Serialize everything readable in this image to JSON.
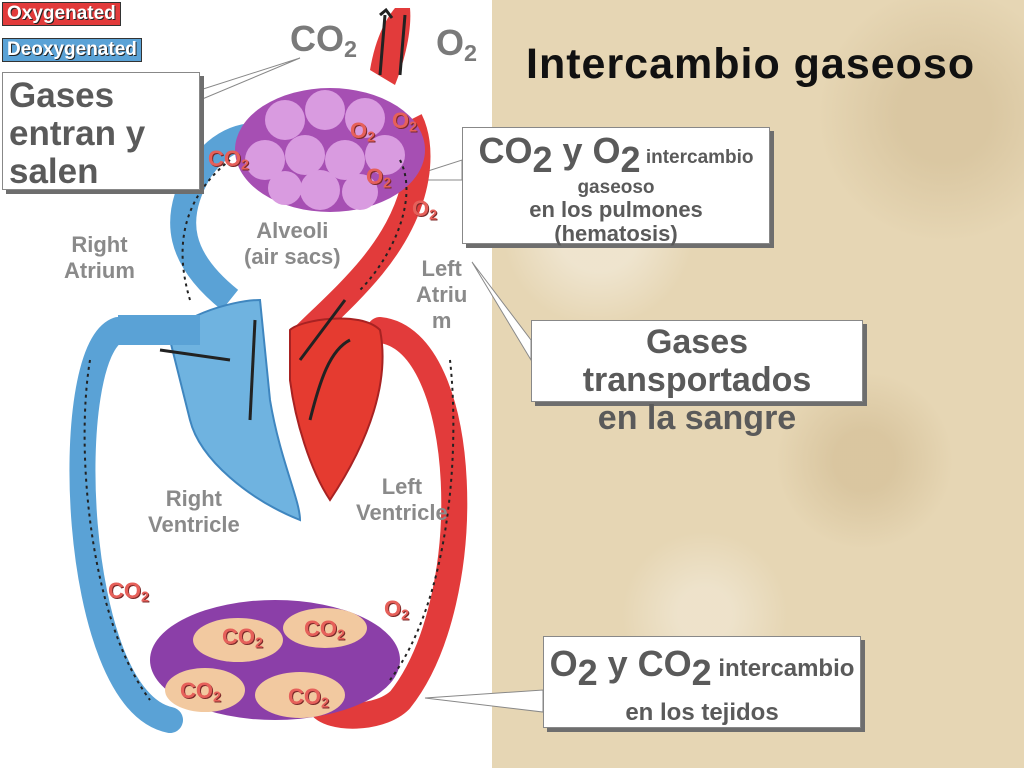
{
  "title": "Intercambio gaseoso",
  "legend": {
    "oxygenated": "Oxygenated",
    "deoxygenated": "Deoxygenated"
  },
  "callouts": {
    "gases_in_out": [
      "Gases",
      "entran y",
      "salen"
    ],
    "pulmones": {
      "co": "CO",
      "co_sub": "2",
      "y": " y O",
      "o_sub": "2",
      "word1": " intercambio",
      "line2": "gaseoso",
      "line3": "en los pulmones",
      "line4": "(hematosis)"
    },
    "sangre": [
      "Gases transportados",
      "en la sangre"
    ],
    "tejidos": {
      "o": "O",
      "o_sub": "2",
      "y": " y CO",
      "co_sub": "2",
      "word1": " intercambio",
      "line2": "en los tejidos"
    }
  },
  "labels": {
    "co2_top": "CO",
    "co2_top_sub": "2",
    "o2_top": "O",
    "o2_top_sub": "2",
    "right_atrium": [
      "Right",
      "Atrium"
    ],
    "alveoli": [
      "Alveoli",
      "(air sacs)"
    ],
    "left_atrium": [
      "Left",
      "Atriu",
      "m"
    ],
    "right_ventricle": [
      "Right",
      "Ventricle"
    ],
    "left_ventricle": [
      "Left",
      "Ventricle"
    ]
  },
  "gas_tags": {
    "co2": "CO",
    "o2": "O",
    "sub": "2"
  },
  "colors": {
    "oxygenated": "#e23b3b",
    "deoxygenated": "#5aa2d6",
    "tissue": "#f2c9a0",
    "alveoli": "#c88bd0"
  }
}
